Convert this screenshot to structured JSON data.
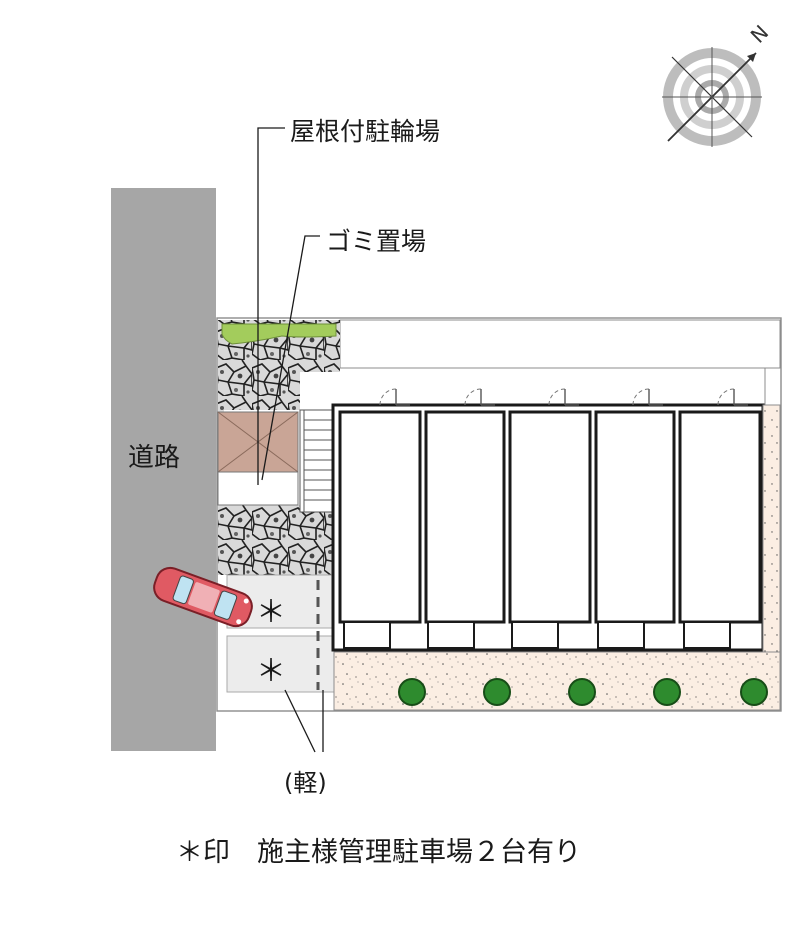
{
  "labels": {
    "bike_parking": "屋根付駐輪場",
    "garbage": "ゴミ置場",
    "road": "道路",
    "kei_car": "(軽)",
    "note": "＊印　施主様管理駐車場２台有り"
  },
  "parking_marks": [
    "＊",
    "＊"
  ],
  "compass": {
    "north_mark": "N"
  },
  "colors": {
    "road": "#a6a6a6",
    "lawn": "#a3cc5c",
    "bike_roof": "#c9a596",
    "garden_bed": "#fbeee3",
    "shrub": "#2e8b2e",
    "car": "#e05a63"
  }
}
